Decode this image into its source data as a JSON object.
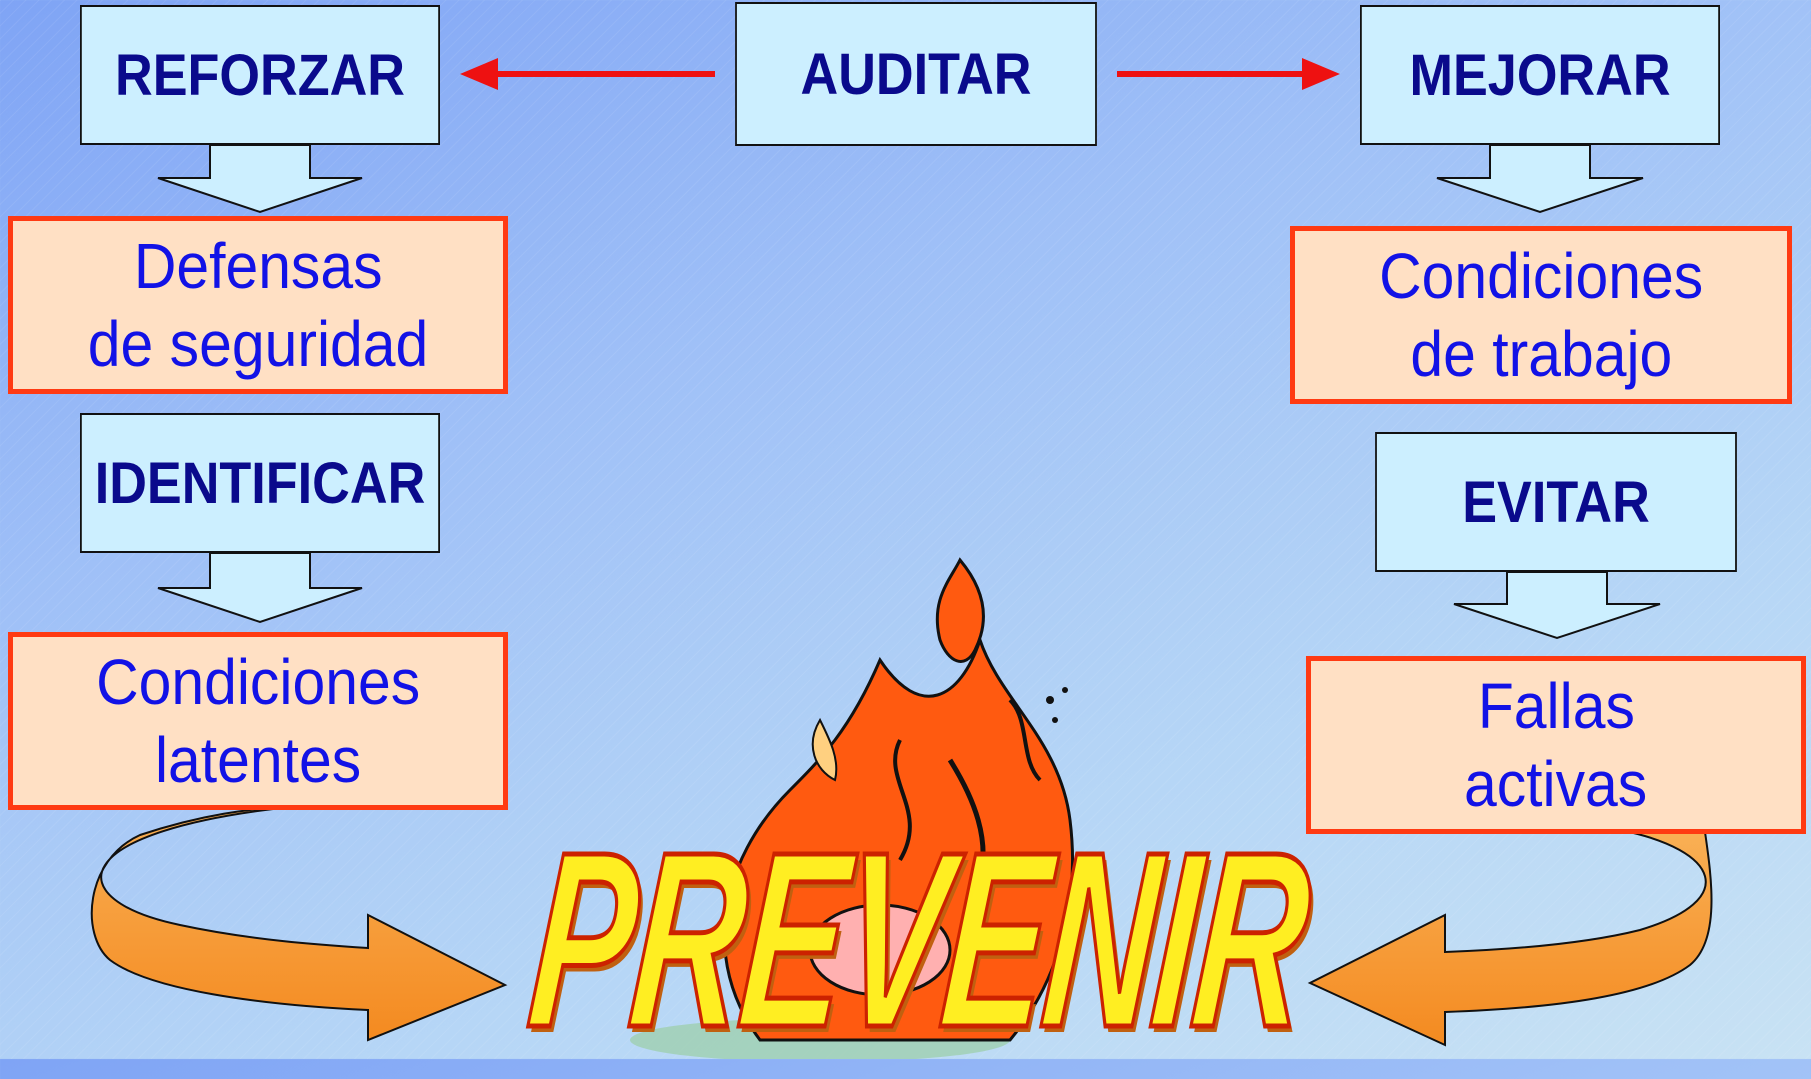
{
  "verbs": {
    "auditar": "AUDITAR",
    "reforzar": "REFORZAR",
    "mejorar": "MEJORAR",
    "identificar": "IDENTIFICAR",
    "evitar": "EVITAR"
  },
  "conditions": {
    "defensas": {
      "line1": "Defensas",
      "line2": "de seguridad"
    },
    "trabajo": {
      "line1": "Condiciones",
      "line2": "de trabajo"
    },
    "latentes": {
      "line1": "Condiciones",
      "line2": "latentes"
    },
    "fallas": {
      "line1": "Fallas",
      "line2": "activas"
    }
  },
  "center_word": "PREVENIR",
  "colors": {
    "verb_fill": "#ccefff",
    "verb_text": "#0a0a8c",
    "cond_fill": "#ffe0c4",
    "cond_border": "#ff3a12",
    "cond_text": "#1212e6",
    "connector_arrow": "#ee1111",
    "curved_arrow": "#f7a040",
    "prevenir_fill": "#ffee22"
  },
  "icons": [
    "fire-clipart-icon"
  ]
}
